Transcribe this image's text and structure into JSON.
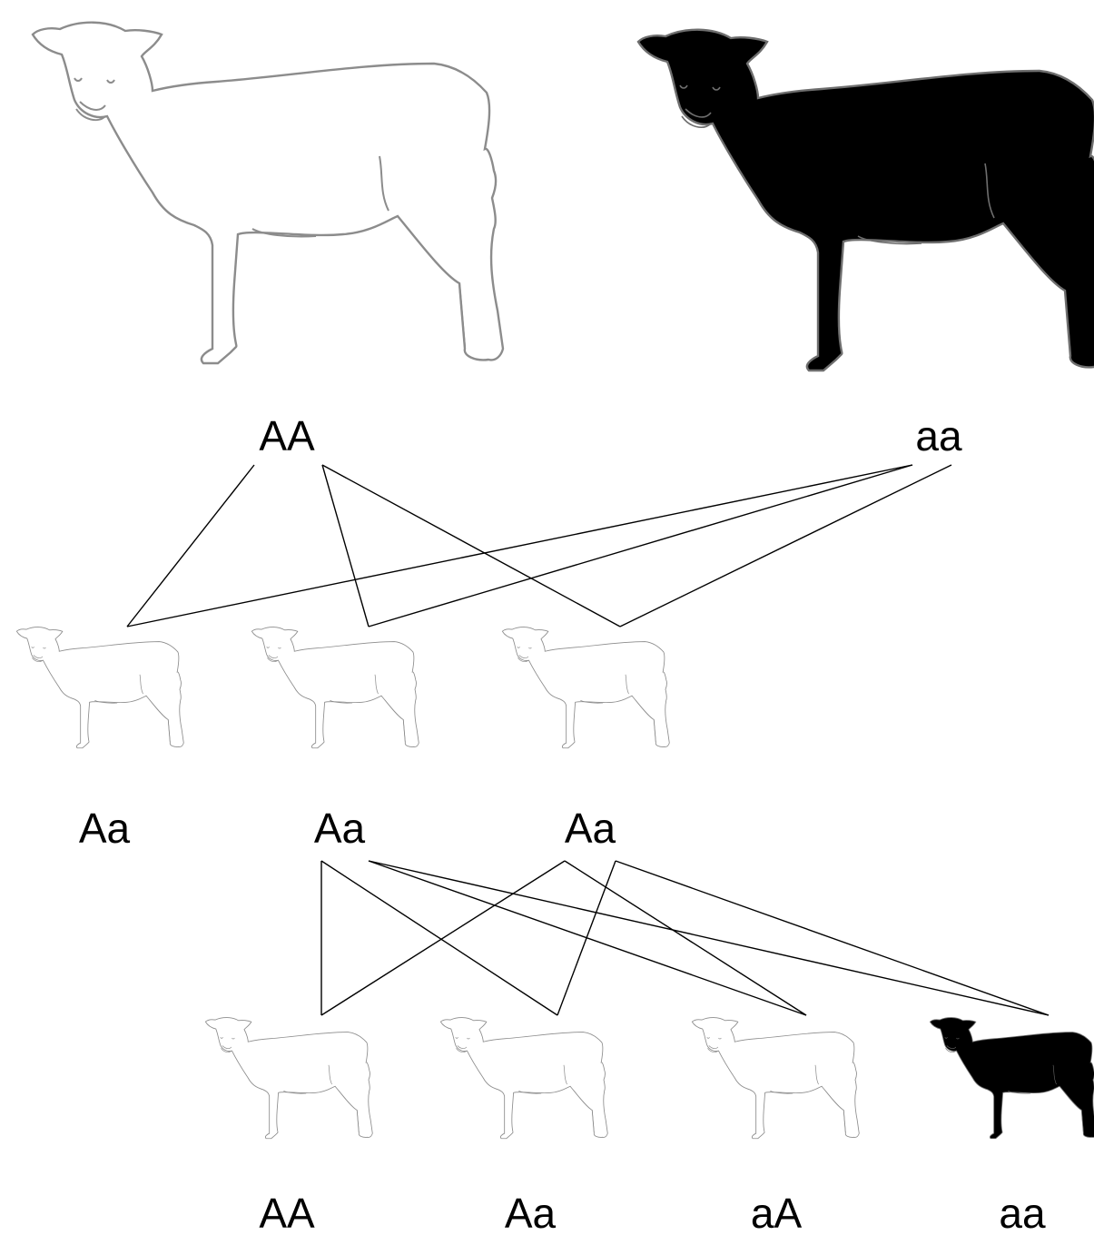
{
  "diagram": {
    "parents": [
      {
        "id": "p1",
        "genotype": "AA",
        "color": "white"
      },
      {
        "id": "p2",
        "genotype": "aa",
        "color": "black"
      }
    ],
    "f1": [
      {
        "id": "f1a",
        "genotype": "Aa",
        "color": "white"
      },
      {
        "id": "f1b",
        "genotype": "Aa",
        "color": "white"
      },
      {
        "id": "f1c",
        "genotype": "Aa",
        "color": "white"
      }
    ],
    "f2": [
      {
        "id": "f2a",
        "genotype": "AA",
        "color": "white"
      },
      {
        "id": "f2b",
        "genotype": "Aa",
        "color": "white"
      },
      {
        "id": "f2c",
        "genotype": "aA",
        "color": "white"
      },
      {
        "id": "f2d",
        "genotype": "aa",
        "color": "black"
      }
    ]
  },
  "colors": {
    "white_sheep_outline": "#8c8c8c",
    "white_sheep_fill": "#ffffff",
    "black_sheep_fill": "#000000",
    "line": "#000000"
  }
}
